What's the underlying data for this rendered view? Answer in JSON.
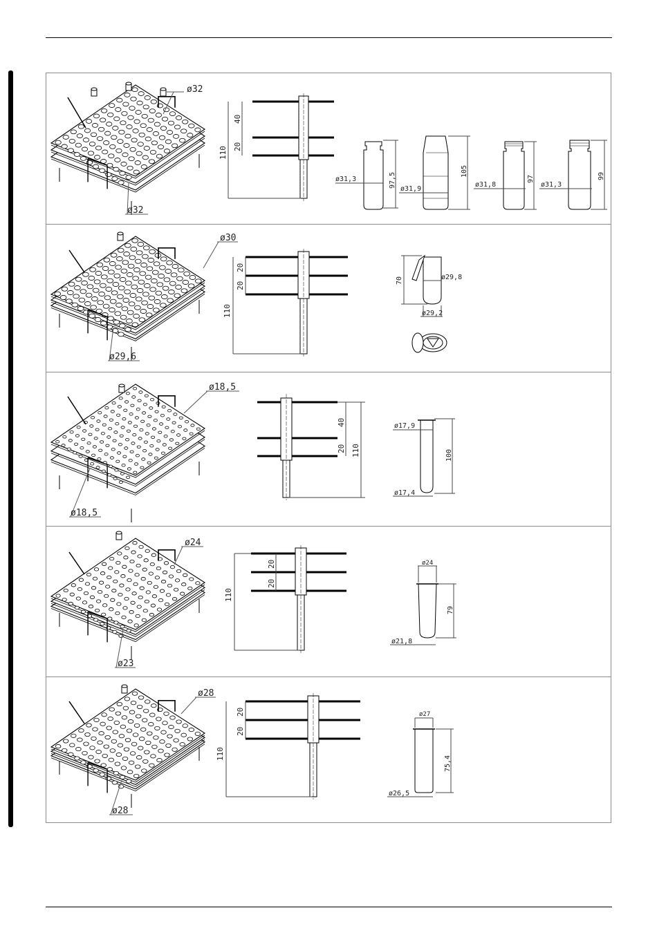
{
  "rows": [
    {
      "rack_holes_top": "ø32",
      "rack_holes_bottom": "ø32",
      "pin_total": "110",
      "pin_gaps": [
        "40",
        "20"
      ],
      "vessels": [
        {
          "diameter": "ø31,3",
          "height": "97,5"
        },
        {
          "diameter": "ø31,9",
          "height": "105"
        },
        {
          "diameter": "ø31,8",
          "height": "97"
        },
        {
          "diameter": "ø31,3",
          "height": "99"
        }
      ]
    },
    {
      "rack_holes_top": "ø30",
      "rack_holes_bottom": "ø29,6",
      "pin_total": "110",
      "pin_gaps": [
        "20",
        "20"
      ],
      "vessel": {
        "height": "70",
        "top_diameter": "ø29,8",
        "bottom_diameter": "ø29,2"
      }
    },
    {
      "rack_holes_top": "ø18,5",
      "rack_holes_bottom": "ø18,5",
      "pin_total": "110",
      "pin_gaps": [
        "40",
        "20"
      ],
      "vessel": {
        "top_diameter": "ø17,9",
        "height": "100",
        "bottom_diameter": "ø17,4"
      }
    },
    {
      "rack_holes_top": "ø24",
      "rack_holes_bottom": "ø23",
      "pin_total": "110",
      "pin_gaps": [
        "20",
        "20"
      ],
      "vessel": {
        "top_diameter": "ø24",
        "height": "79",
        "bottom_diameter": "ø21,8"
      }
    },
    {
      "rack_holes_top": "ø28",
      "rack_holes_bottom": "ø28",
      "pin_total": "110",
      "pin_gaps": [
        "20",
        "20"
      ],
      "vessel": {
        "top_diameter": "ø27",
        "height": "75,4",
        "bottom_diameter": "ø26,5"
      }
    }
  ]
}
